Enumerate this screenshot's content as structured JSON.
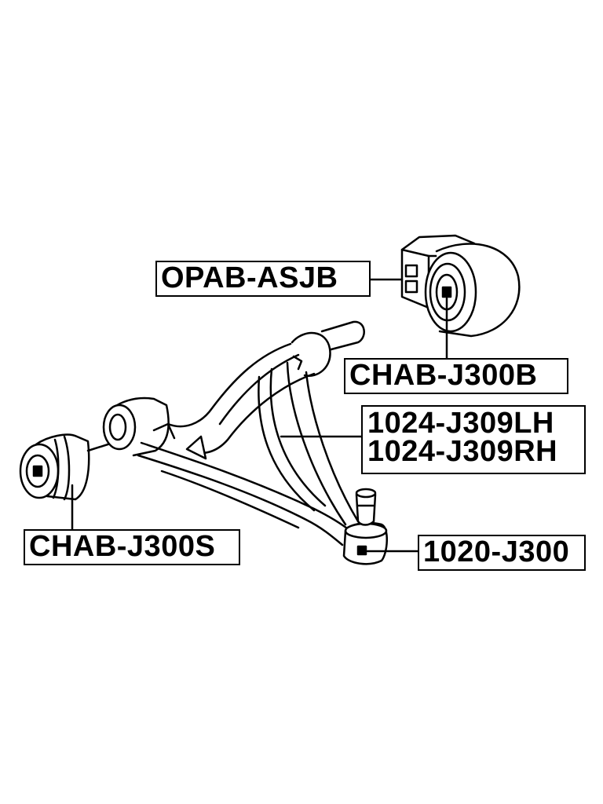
{
  "parts": {
    "rear_bushing_bracket": "OPAB-ASJB",
    "rear_bushing": "CHAB-J300B",
    "control_arm_lh": "1024-J309LH",
    "control_arm_rh": "1024-J309RH",
    "front_bushing": "CHAB-J300S",
    "ball_joint": "1020-J300"
  }
}
